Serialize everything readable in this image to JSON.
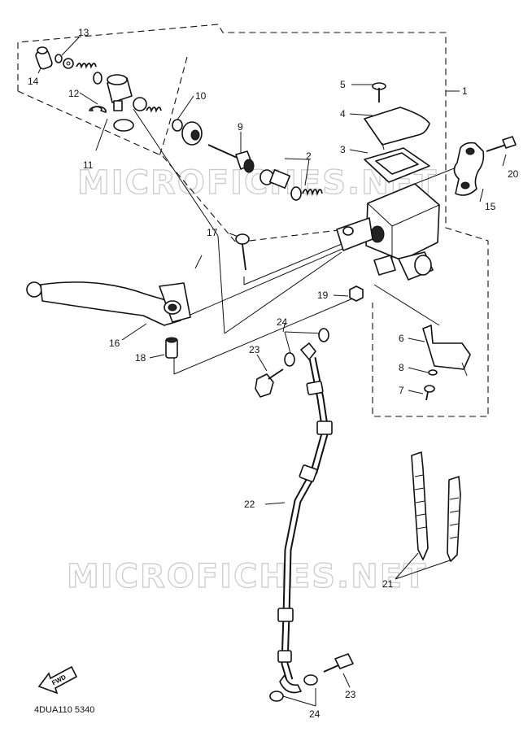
{
  "diagram": {
    "code": "4DUA110 5340",
    "watermark": "MICROFICHES.NET",
    "fwd_label": "FWD",
    "fwd_icon": "fwd-arrow-icon",
    "labels": {
      "p1": "1",
      "p2": "2",
      "p3": "3",
      "p4": "4",
      "p5": "5",
      "p6": "6",
      "p7": "7",
      "p8": "8",
      "p9": "9",
      "p10": "10",
      "p11": "11",
      "p12": "12",
      "p13": "13",
      "p14": "14",
      "p15": "15",
      "p16": "16",
      "p17": "17",
      "p18": "18",
      "p19": "19",
      "p20": "20",
      "p21": "21",
      "p22": "22",
      "p23a": "23",
      "p23b": "23",
      "p24a": "24",
      "p24b": "24"
    }
  }
}
